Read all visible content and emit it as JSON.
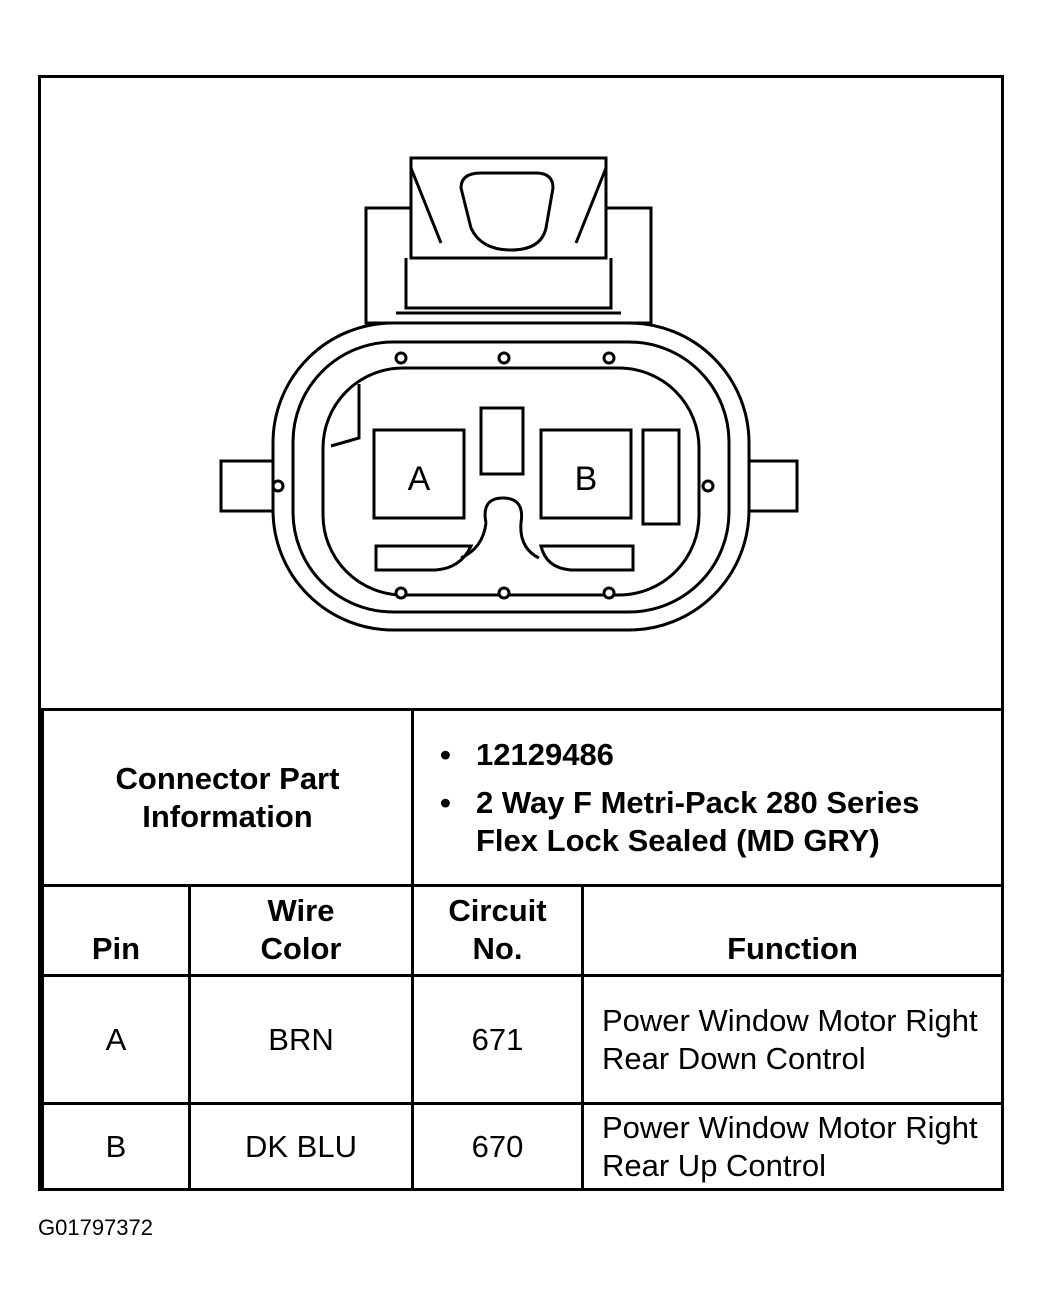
{
  "connector": {
    "pins": [
      "A",
      "B"
    ]
  },
  "part_info": {
    "label": "Connector Part Information",
    "items": [
      "12129486",
      "2 Way F Metri-Pack 280 Series Flex Lock Sealed (MD GRY)"
    ]
  },
  "table": {
    "headers": {
      "pin": "Pin",
      "wire_color_line1": "Wire",
      "wire_color_line2": "Color",
      "circuit_line1": "Circuit",
      "circuit_line2": "No.",
      "function": "Function"
    },
    "rows": [
      {
        "pin": "A",
        "wire_color": "BRN",
        "circuit": "671",
        "function": "Power Window Motor Right Rear Down Control"
      },
      {
        "pin": "B",
        "wire_color": "DK BLU",
        "circuit": "670",
        "function": "Power Window Motor Right Rear Up Control"
      }
    ]
  },
  "figure_id": "G01797372"
}
